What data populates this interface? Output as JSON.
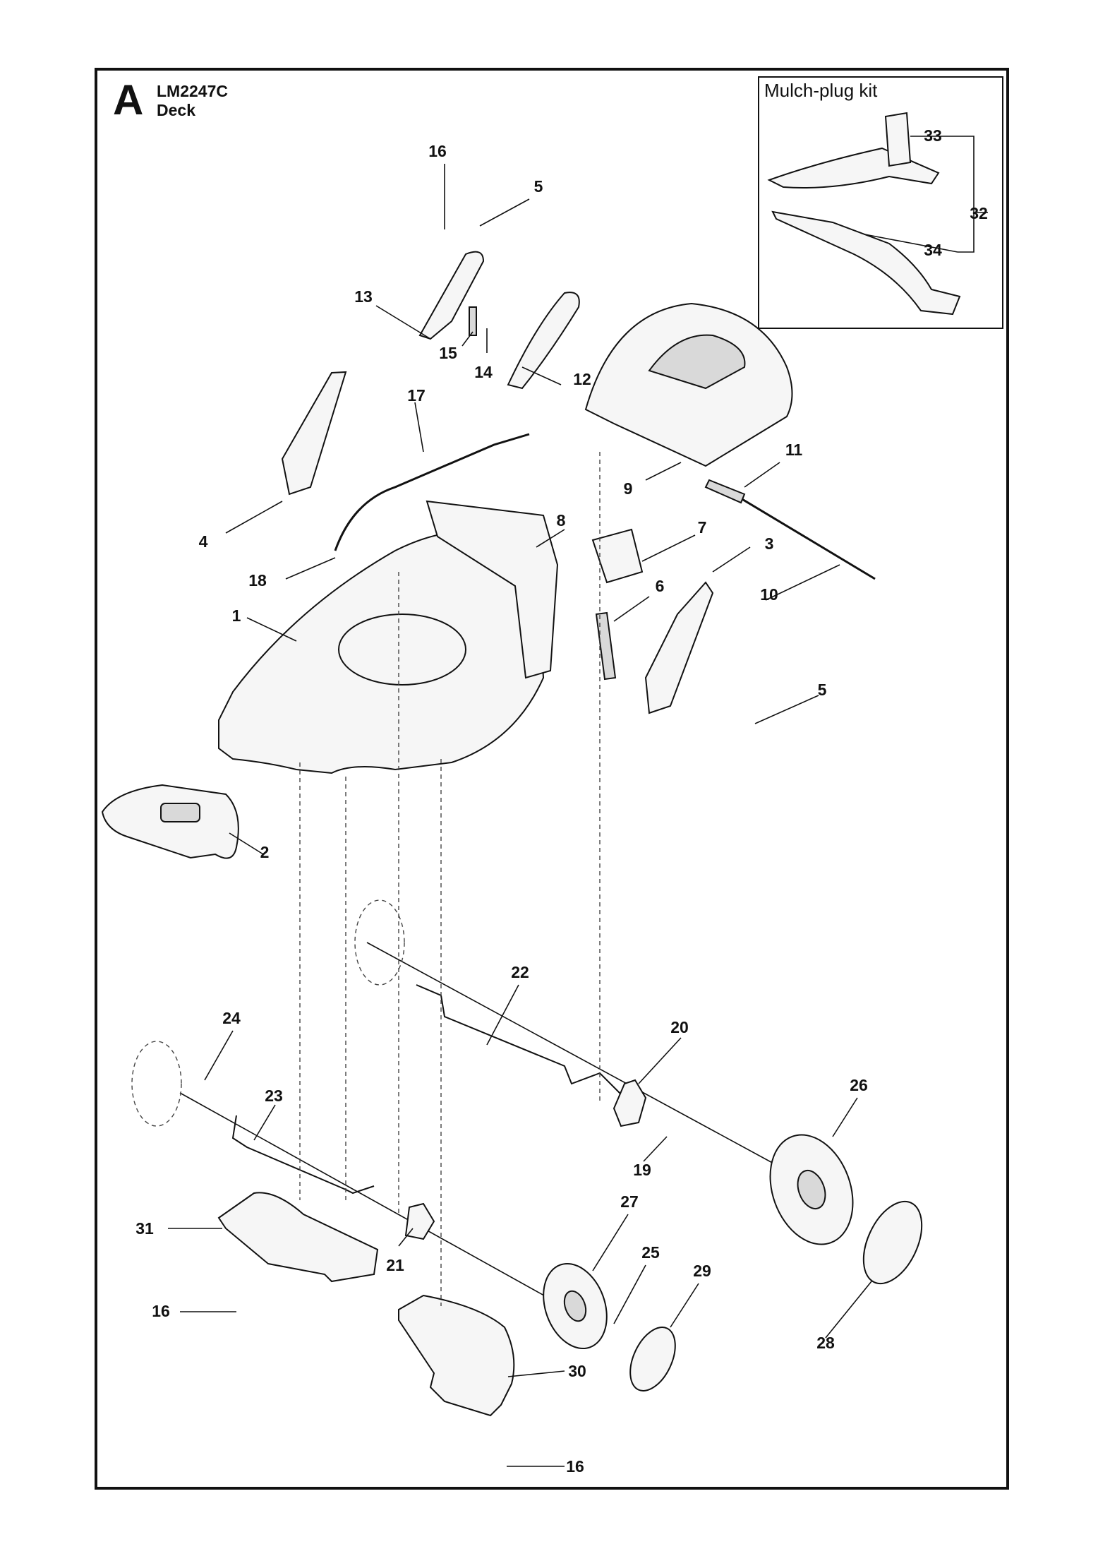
{
  "header": {
    "letter": "A",
    "model": "LM2247C",
    "subtitle": "Deck"
  },
  "inset": {
    "title": "Mulch-plug kit"
  },
  "callouts": [
    "16",
    "5",
    "13",
    "15",
    "14",
    "12",
    "17",
    "11",
    "9",
    "8",
    "7",
    "4",
    "18",
    "3",
    "6",
    "10",
    "1",
    "5",
    "2",
    "22",
    "20",
    "24",
    "23",
    "26",
    "19",
    "31",
    "27",
    "21",
    "25",
    "29",
    "16",
    "28",
    "30",
    "16",
    "33",
    "32",
    "34"
  ]
}
